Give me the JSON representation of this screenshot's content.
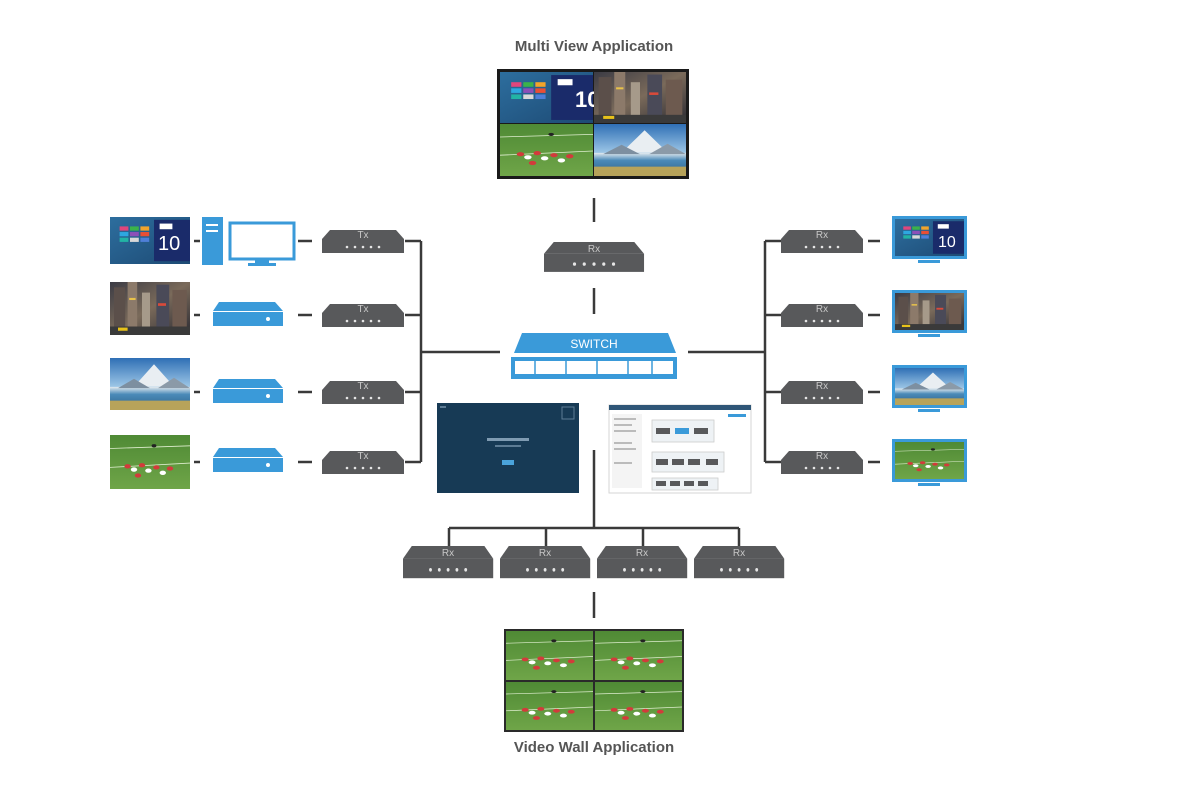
{
  "titles": {
    "top": "Multi View Application",
    "bottom": "Video Wall Application"
  },
  "switch": {
    "label": "SWITCH"
  },
  "tx_label": "Tx",
  "rx_label": "Rx",
  "tile_number": "10",
  "sources": [
    {
      "content": "windows-10-screen",
      "device": "desktop-pc-icon"
    },
    {
      "content": "city-street-photo",
      "device": "media-player-icon"
    },
    {
      "content": "mountain-lake-photo",
      "device": "media-player-icon"
    },
    {
      "content": "football-game-photo",
      "device": "media-player-icon"
    }
  ],
  "displays": [
    {
      "content": "windows-10-screen"
    },
    {
      "content": "city-street-photo"
    },
    {
      "content": "mountain-lake-photo"
    },
    {
      "content": "football-game-photo"
    }
  ],
  "colors": {
    "device_gray": "#58595b",
    "accent_blue": "#3a9ad9",
    "line": "#3a3a3a",
    "controller_screen": "#173a55"
  }
}
